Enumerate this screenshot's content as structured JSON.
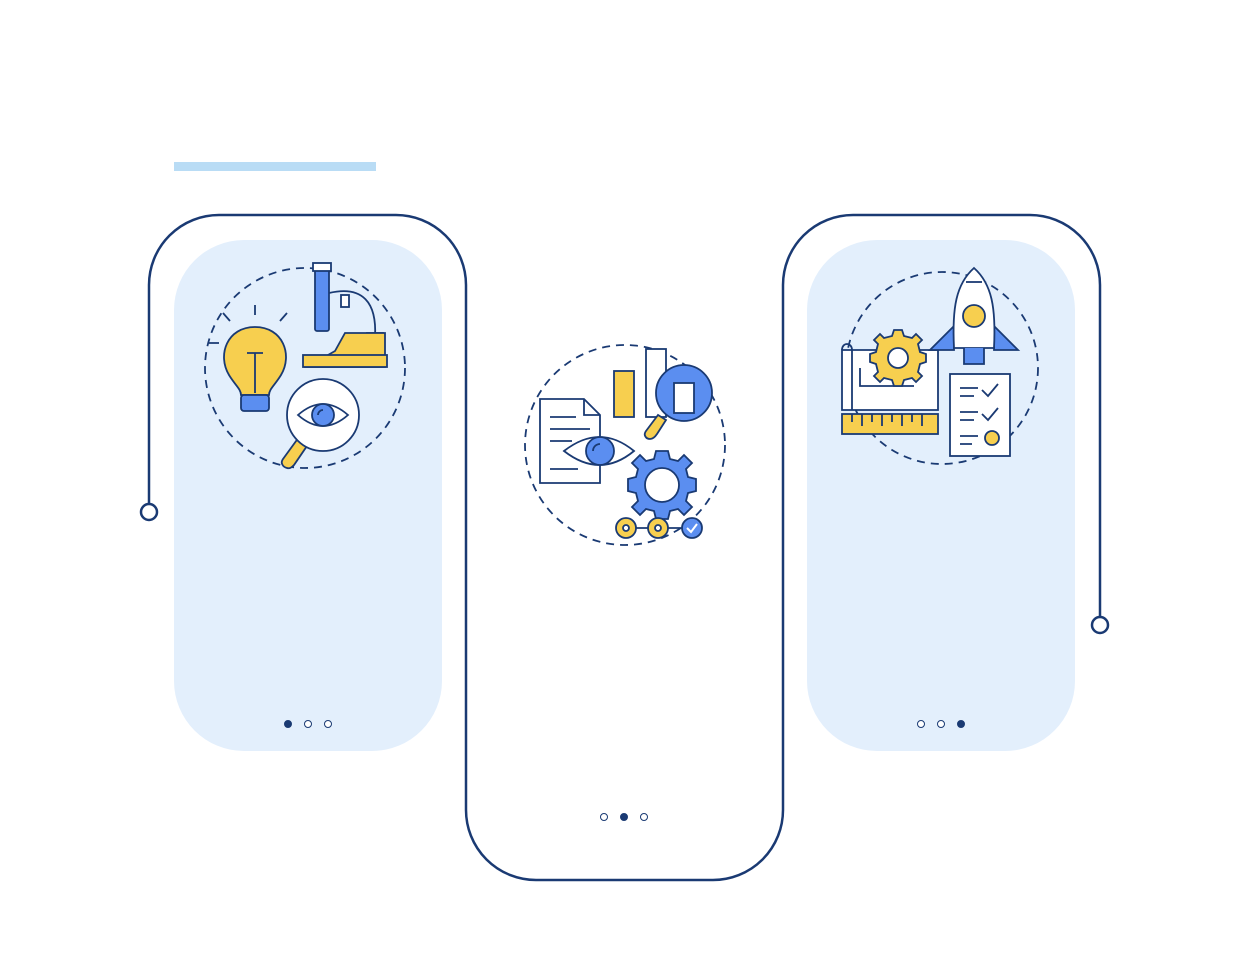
{
  "colors": {
    "outline": "#1a3a73",
    "card_fill": "#e3effc",
    "title_bar": "#b9dcf5",
    "yellow": "#f7cf4f",
    "blue": "#5b8ef0",
    "white": "#ffffff"
  },
  "steps": [
    {
      "icons": [
        "lightbulb-icon",
        "microscope-icon",
        "magnifier-eye-icon"
      ],
      "indicator": {
        "count": 3,
        "active": 1
      }
    },
    {
      "icons": [
        "document-eye-icon",
        "bar-chart-magnifier-icon",
        "gear-process-icon"
      ],
      "indicator": {
        "count": 3,
        "active": 2
      }
    },
    {
      "icons": [
        "blueprint-gear-icon",
        "rocket-icon",
        "checklist-icon"
      ],
      "indicator": {
        "count": 3,
        "active": 3
      }
    }
  ]
}
